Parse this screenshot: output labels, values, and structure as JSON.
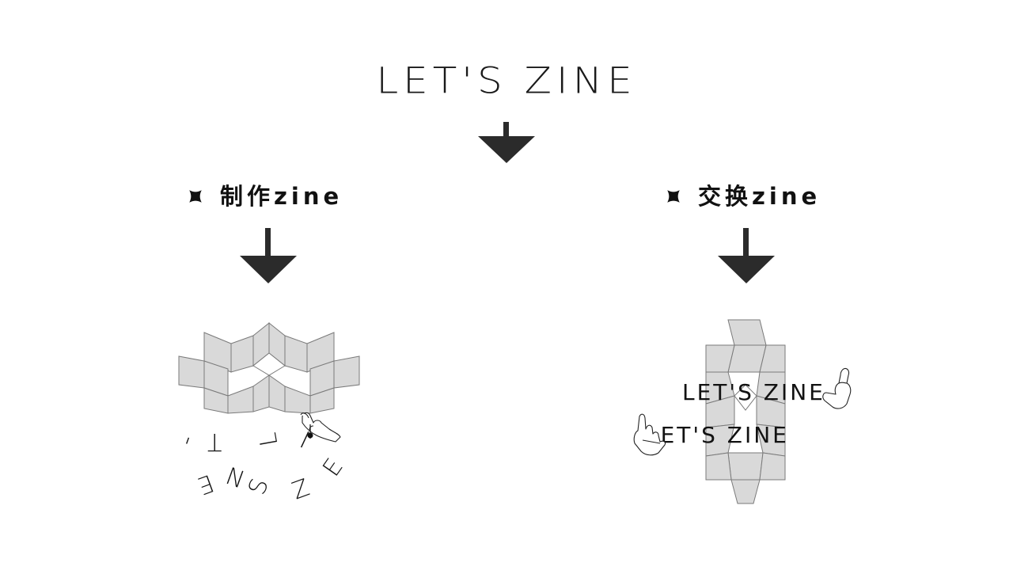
{
  "title": "LET'S ZINE",
  "branches": [
    {
      "label": "制作zine"
    },
    {
      "label": "交换zine"
    }
  ],
  "left_illustration": {
    "scattered_letters": [
      "L",
      "E",
      "T",
      "'",
      "S",
      "Z",
      "I",
      "N",
      "E"
    ]
  },
  "right_illustration": {
    "line_1": "LET'S ZINE",
    "line_2": "LET'S ZINE"
  },
  "colors": {
    "arrow": "#2b2b2b",
    "panel_fill": "#d9d9d9",
    "panel_stroke": "#7a7a7a",
    "text": "#111111"
  },
  "icons": {
    "bullet": "four-point-star-icon",
    "hand": "hand-icon"
  }
}
